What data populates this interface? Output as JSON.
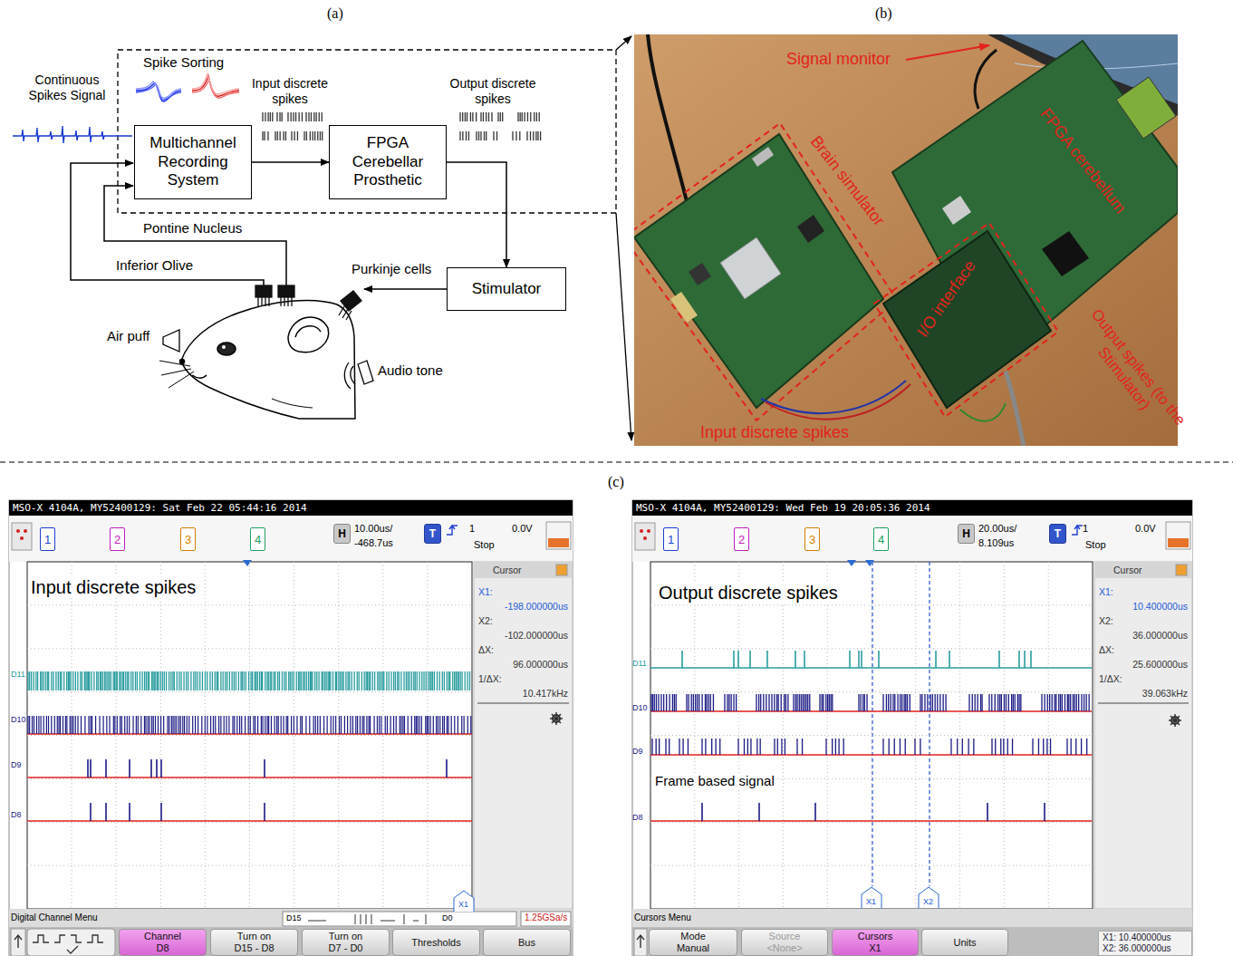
{
  "diagram": {
    "nodes": [
      {
        "text": [
          "Multichannel Recording System"
        ]
      },
      {
        "text": [
          "FPGA Cerebellar Prosthetic"
        ]
      },
      {
        "text": [
          "Stimulator"
        ]
      },
      {
        "text": [
          "MSO-X 4104A, MY52400129: Sat Feb 22 05:44:16 2014"
        ]
      },
      {
        "text": [
          "1"
        ]
      },
      {
        "text": [
          "2"
        ]
      },
      {
        "text": [
          "3"
        ]
      },
      {
        "text": [
          "4"
        ]
      },
      {
        "text": [
          "H"
        ]
      },
      {
        "text": [
          "T"
        ]
      },
      {
        "text": [
          "Cursor",
          "X1:",
          "-198.000000us",
          "X2:",
          "-102.000000us",
          "ΔX:",
          "96.000000us",
          "1/ΔX:",
          "10.417kHz"
        ]
      },
      {
        "text": [
          "Channel",
          "D8"
        ]
      },
      {
        "text": [
          "Turn on",
          "D15 - D8"
        ]
      },
      {
        "text": [
          "Turn on",
          "D7 - D0"
        ]
      },
      {
        "text": [
          "Thresholds"
        ]
      },
      {
        "text": [
          "Bus"
        ]
      },
      {
        "text": [
          "MSO-X 4104A, MY52400129: Wed Feb 19 20:05:36 2014"
        ]
      },
      {
        "text": [
          "1"
        ]
      },
      {
        "text": [
          "2"
        ]
      },
      {
        "text": [
          "3"
        ]
      },
      {
        "text": [
          "4"
        ]
      },
      {
        "text": [
          "H"
        ]
      },
      {
        "text": [
          "T"
        ]
      },
      {
        "text": [
          "Cursor",
          "X1:",
          "10.400000us",
          "X2:",
          "36.000000us",
          "ΔX:",
          "25.600000us",
          "1/ΔX:",
          "39.063kHz"
        ]
      },
      {
        "text": [
          "Mode",
          "Manual"
        ]
      },
      {
        "text": [
          "Source",
          "<None>"
        ]
      },
      {
        "text": [
          "Cursors",
          "X1"
        ]
      },
      {
        "text": [
          "Units"
        ]
      },
      {
        "text": [
          "X1: 10.400000us",
          "X2: 36.000000us"
        ]
      }
    ],
    "edges": [
      {
        "from": 0,
        "to": 1,
        "arrow": "to"
      },
      {
        "from": 1,
        "to": 2,
        "arrow": "to"
      }
    ],
    "labels": [
      "(a)",
      "(b)",
      "(c)",
      "Continuous Spikes Signal",
      "Spike Sorting",
      "Input discrete spikes",
      "Output discrete spikes",
      "Pontine Nucleus",
      "Inferior Olive",
      "Purkinje cells",
      "Air puff",
      "Audio tone",
      "Signal monitor",
      "Brain simulator",
      "FPGA cerebellum",
      "I/O interface",
      "Output spikes (to the Stimulator)",
      "Input discrete spikes",
      "10.00us/",
      "-468.7us",
      "1",
      "0.0V",
      "Stop",
      "Input discrete spikes",
      "D11",
      "D10",
      "D9",
      "D8",
      "Digital Channel Menu",
      "D15",
      "D0",
      "1.25GSa/s",
      "X1",
      "20.00us/",
      "8.109us",
      "1",
      "0.0V",
      "Stop",
      "Output discrete spikes",
      "Frame based signal",
      "D11",
      "D10",
      "D9",
      "D8",
      "X1",
      "X2",
      "Cursors Menu"
    ]
  }
}
